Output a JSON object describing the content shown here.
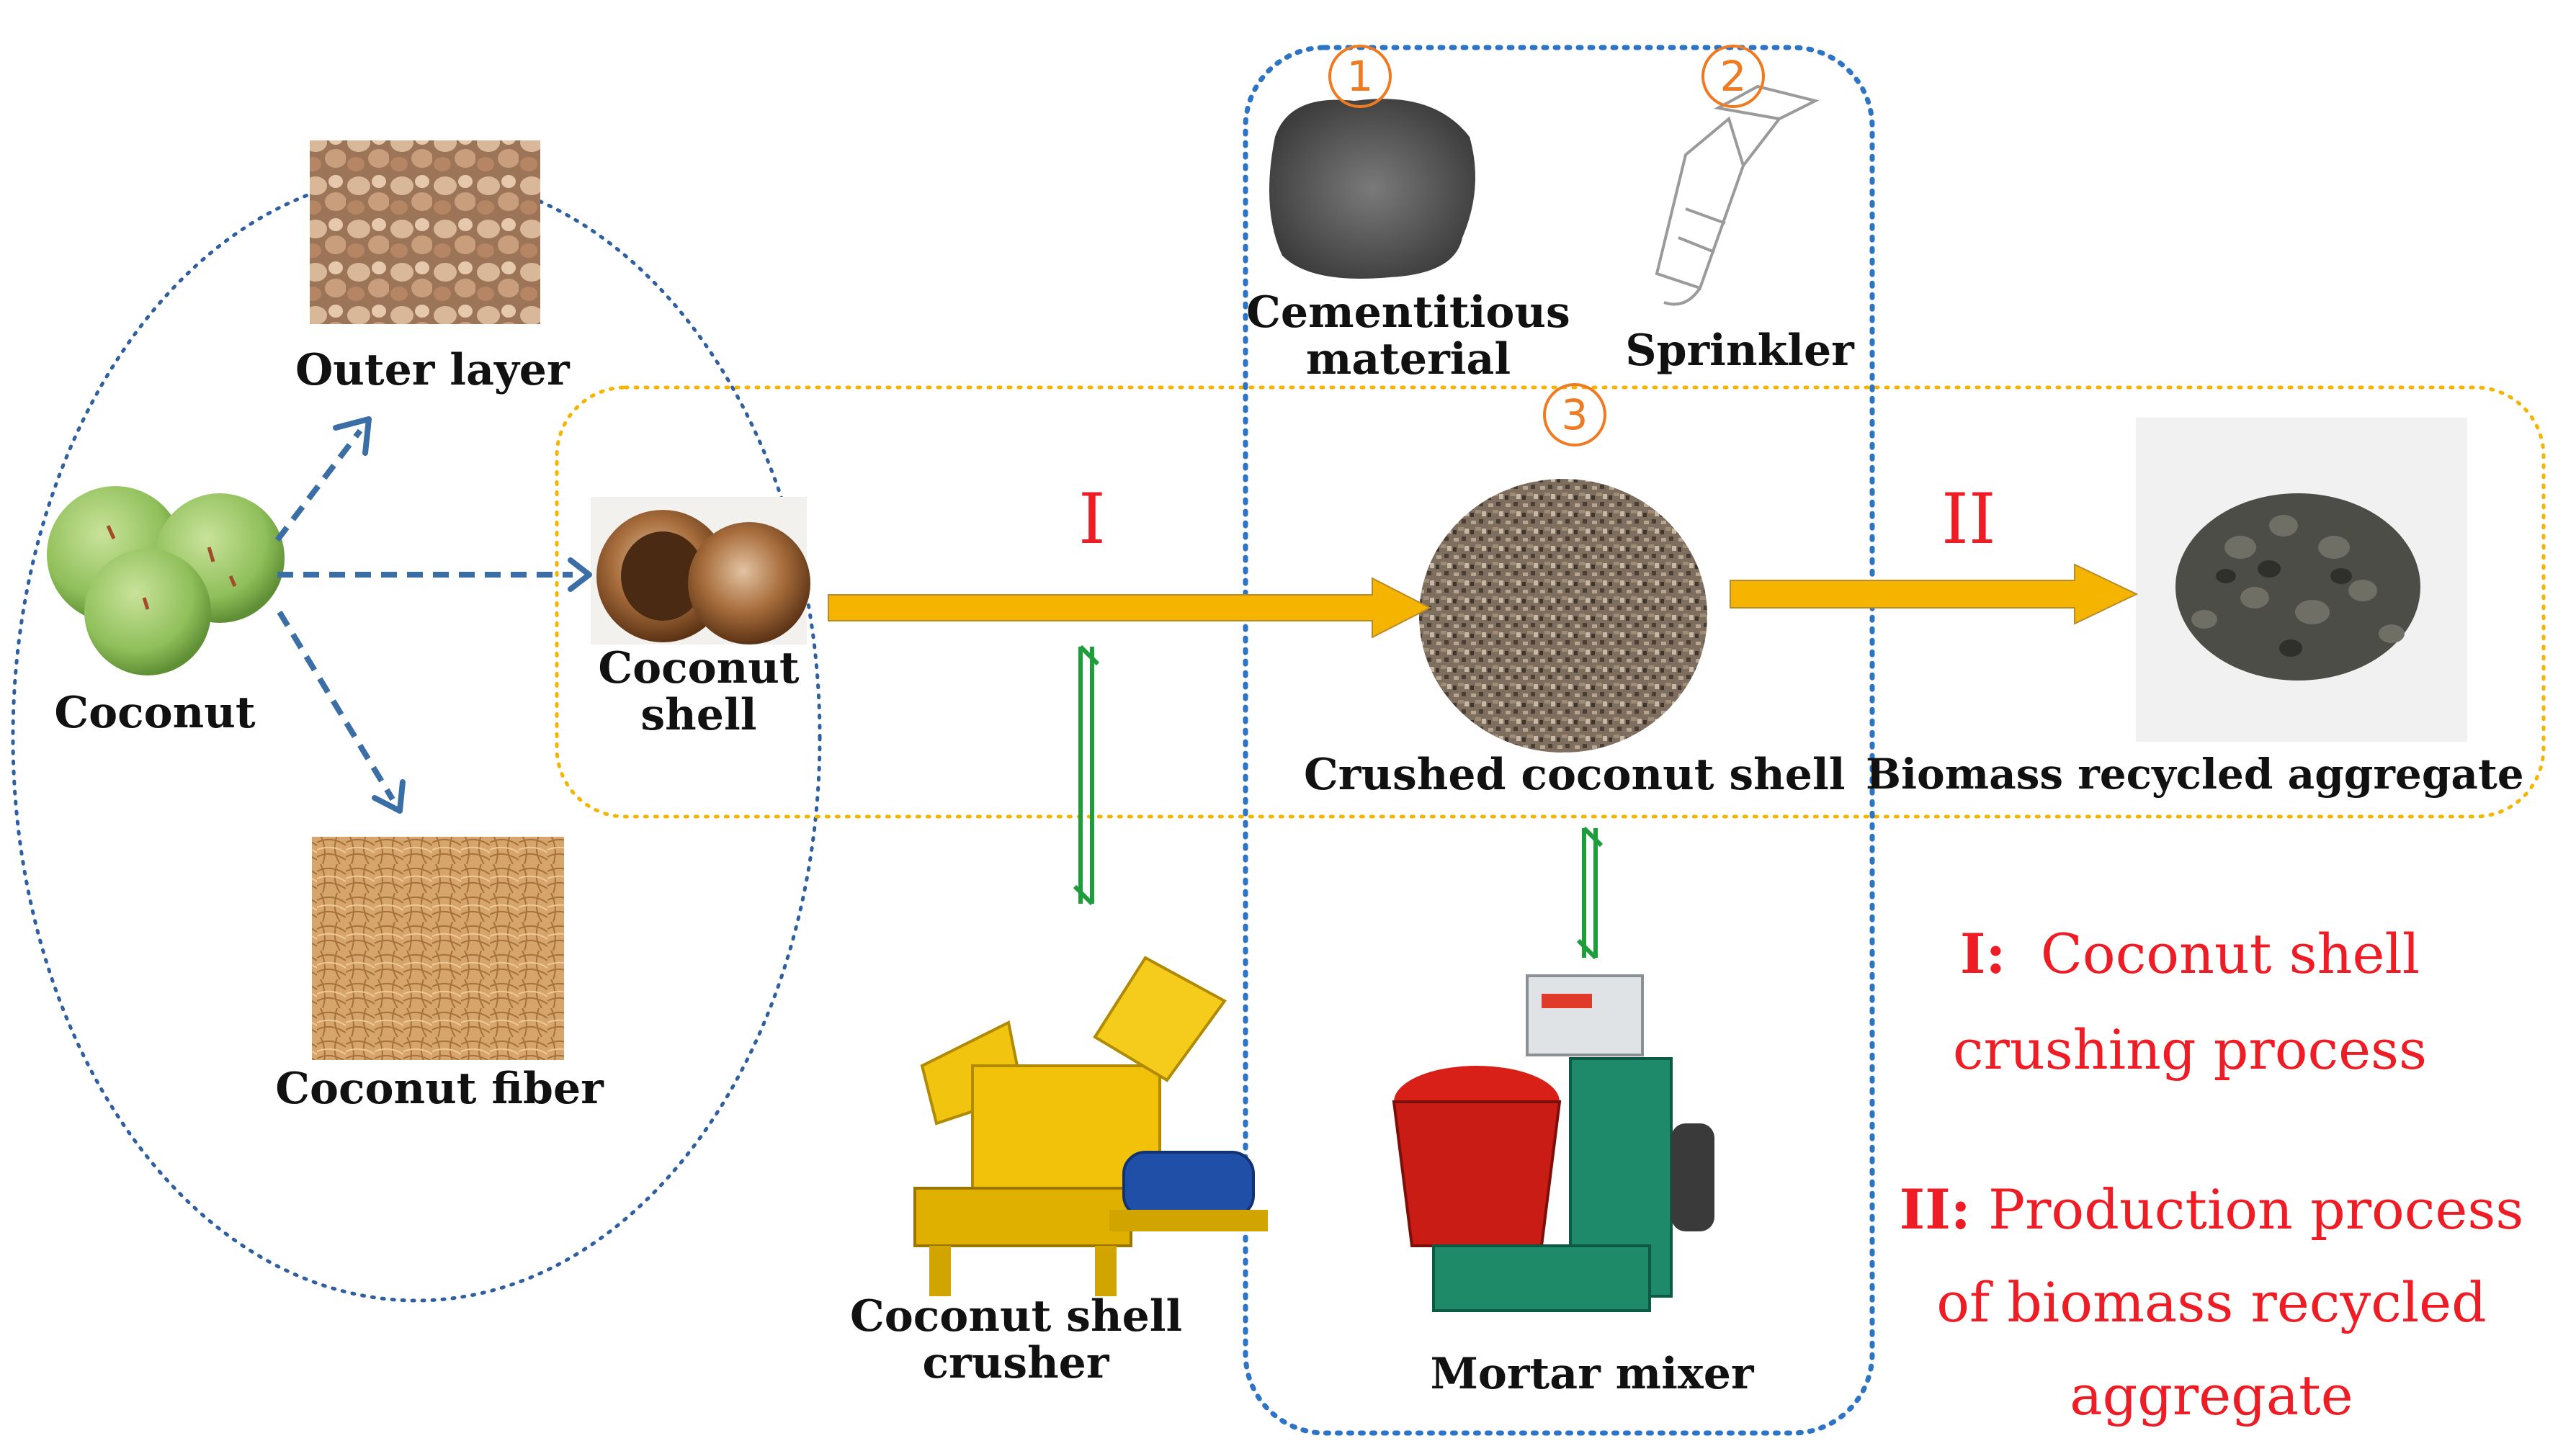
{
  "labels": {
    "coconut": "Coconut",
    "outer_layer": "Outer layer",
    "coconut_fiber": "Coconut fiber",
    "coconut_shell_l1": "Coconut",
    "coconut_shell_l2": "shell",
    "cementitious_l1": "Cementitious",
    "cementitious_l2": "material",
    "sprinkler": "Sprinkler",
    "crushed_shell": "Crushed coconut shell",
    "biomass_aggregate": "Biomass recycled  aggregate",
    "crusher_l1": "Coconut shell",
    "crusher_l2": "crusher",
    "mortar_mixer": "Mortar mixer"
  },
  "markers": {
    "m1": "1",
    "m2": "2",
    "m3": "3"
  },
  "process": {
    "step1": "I",
    "step2": "II"
  },
  "legend": {
    "key1": "I:",
    "text1_l1": "Coconut shell",
    "text1_l2": "crushing process",
    "key2": "II:",
    "text2_l1": "Production process",
    "text2_l2": "of biomass recycled",
    "text2_l3": "aggregate"
  },
  "colors": {
    "main_arrow": "#f5b400",
    "dashed_arrow": "#3a6ea5",
    "exchange_arrow": "#1e9e3a",
    "ellipse_border": "#2f5f9e",
    "yellow_box_border": "#f5b400",
    "blue_box_border": "#2e74c4",
    "step_text": "#ee1c25",
    "marker": "#ee7a22"
  }
}
